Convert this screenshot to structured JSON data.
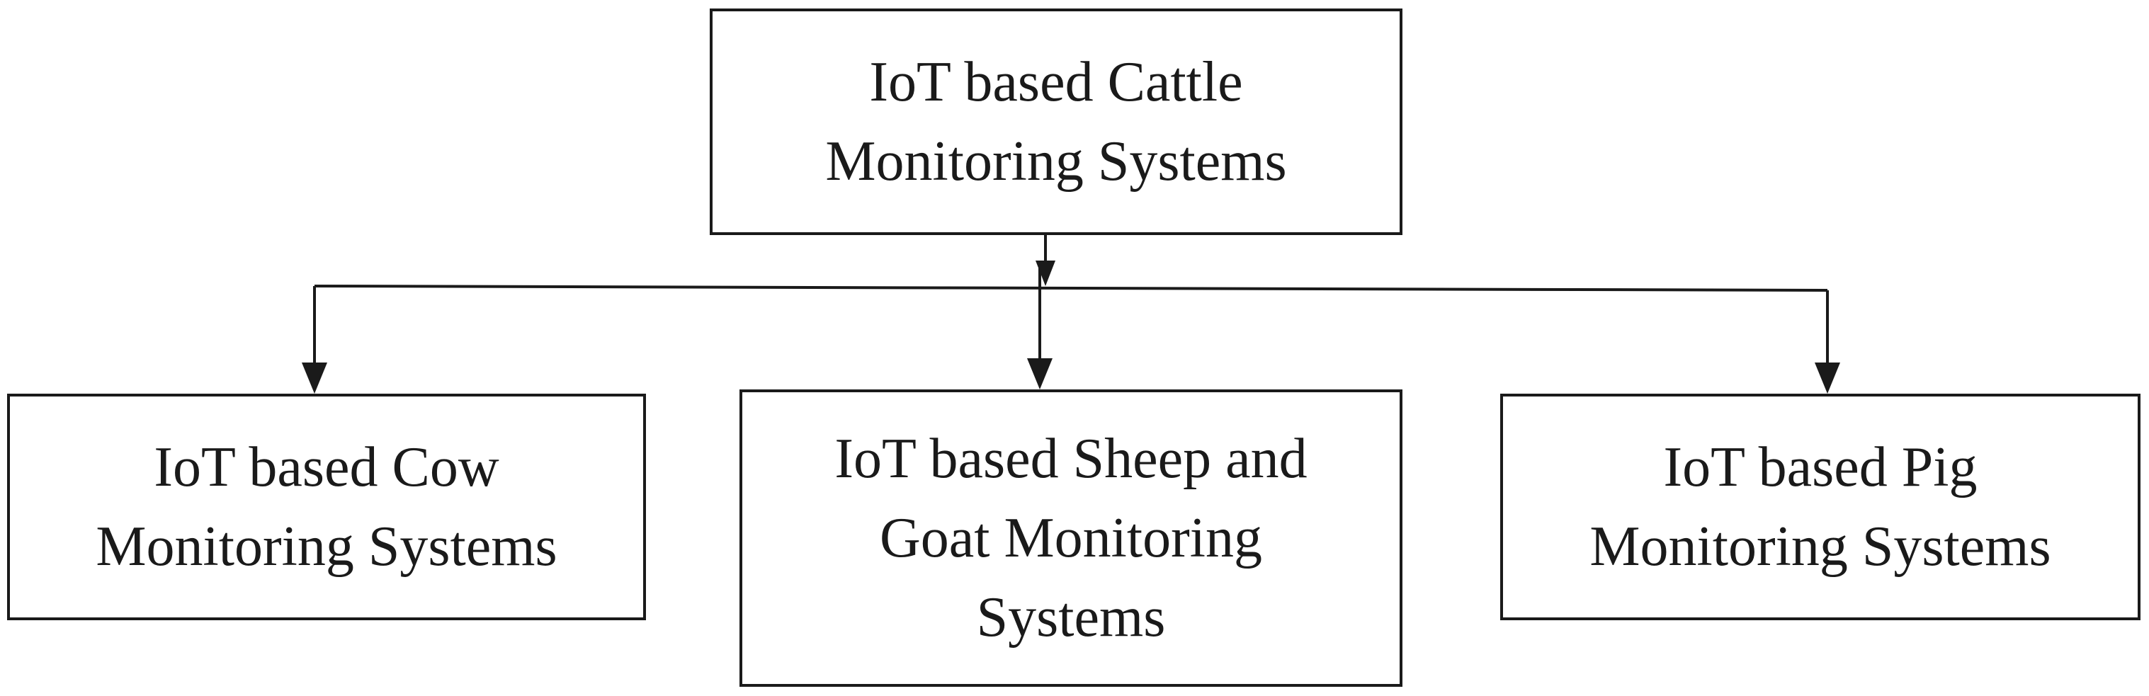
{
  "diagram": {
    "root": {
      "lines": [
        "IoT based Cattle",
        "Monitoring Systems"
      ]
    },
    "children": [
      {
        "id": "cow",
        "lines": [
          "IoT based Cow",
          "Monitoring Systems"
        ]
      },
      {
        "id": "sheep",
        "lines": [
          "IoT based Sheep and",
          "Goat Monitoring",
          "Systems"
        ]
      },
      {
        "id": "pig",
        "lines": [
          "IoT based Pig",
          "Monitoring Systems"
        ]
      }
    ]
  }
}
